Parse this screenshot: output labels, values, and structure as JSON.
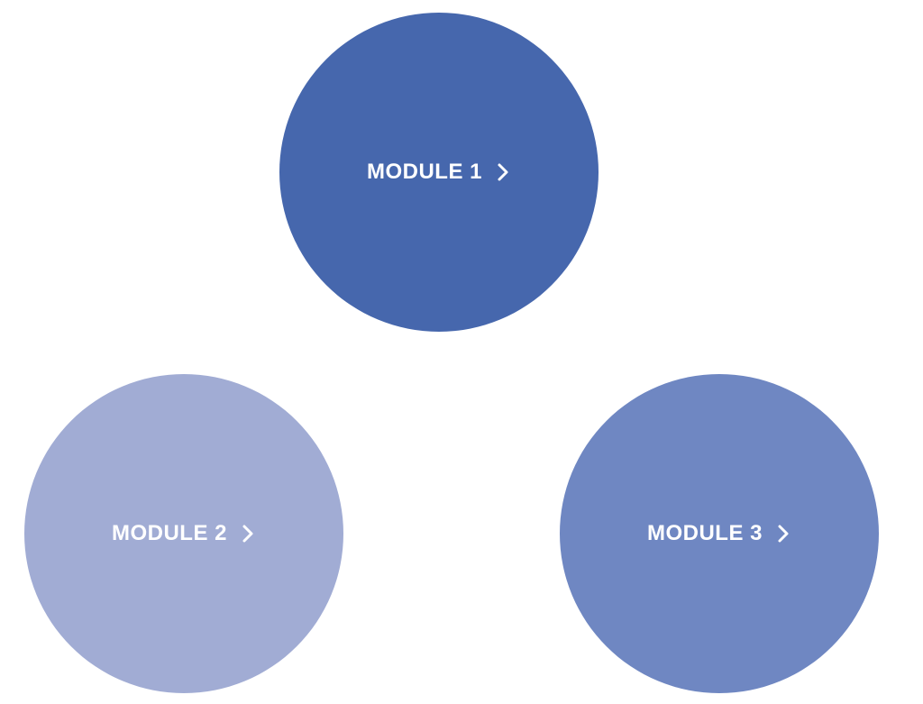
{
  "modules": [
    {
      "label": "MODULE 1",
      "icon": "chevron-right-icon",
      "color": "#4667ad"
    },
    {
      "label": "MODULE 2",
      "icon": "chevron-right-icon",
      "color": "#a1acd4"
    },
    {
      "label": "MODULE 3",
      "icon": "chevron-right-icon",
      "color": "#6f87c2"
    }
  ]
}
